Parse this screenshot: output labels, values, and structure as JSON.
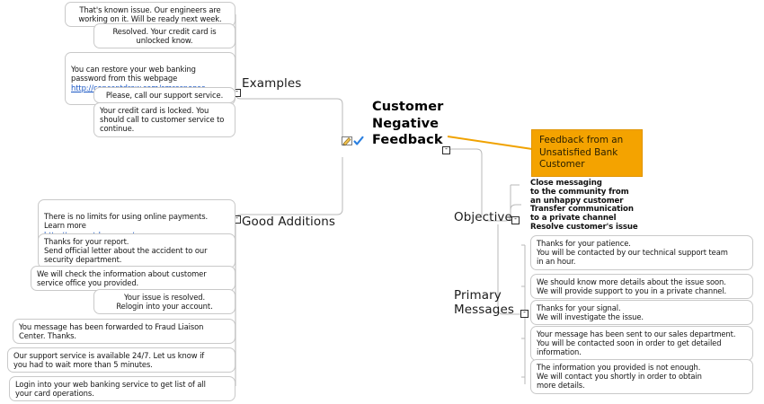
{
  "document": {
    "title": "Customer Negative Feedback",
    "type": "mind-map"
  },
  "root": {
    "label": "Customer\nNegative\nFeedback",
    "icons": [
      "note-icon",
      "check-icon"
    ]
  },
  "callout": {
    "text": "Feedback from an\nUnsatisfied Bank\nCustomer",
    "fill": "#f4a300",
    "line_color": "#f0a200"
  },
  "branches": [
    {
      "id": "examples",
      "label": "Examples",
      "side": "left",
      "collapsed_toggle": "-",
      "items": [
        {
          "text": "That's known issue. Our engineers are\nworking on it. Will be ready next week."
        },
        {
          "text": "Resolved. Your credit card is\nunlocked know."
        },
        {
          "text": "You can restore your web banking\npassword from this webpage",
          "link": "http://conceptdraw.com/smresponse"
        },
        {
          "text": "Please, call our support service."
        },
        {
          "text": "Your credit card is locked. You\nshould call to customer service to\ncontinue."
        }
      ]
    },
    {
      "id": "good-additions",
      "label": "Good Additions",
      "side": "left",
      "collapsed_toggle": "-",
      "items": [
        {
          "text": "There is no limits for using online payments.\nLearn more",
          "link": "http://conceptdraw.com/smresponse"
        },
        {
          "text": "Thanks for your report.\nSend official letter about the accident to our\nsecurity department."
        },
        {
          "text": "We will check the information about customer\nservice office you provided."
        },
        {
          "text": "Your issue is resolved.\nRelogin into your account."
        },
        {
          "text": "You message has been forwarded to Fraud Liaison\nCenter. Thanks."
        },
        {
          "text": "Our support service is available 24/7. Let us know if\nyou had to wait more than 5 minutes."
        },
        {
          "text": "Login into your web banking service to get list of all\nyour card operations."
        }
      ]
    },
    {
      "id": "objective",
      "label": "Objective",
      "side": "right",
      "collapsed_toggle": "-",
      "items": [
        {
          "text": "Close messaging\nto the community from\nan unhappy customer\nTransfer communication\nto a private channel\nResolve customer's issue",
          "bold": true
        }
      ]
    },
    {
      "id": "primary-messages",
      "label": "Primary\nMessages",
      "side": "right",
      "collapsed_toggle": "-",
      "items": [
        {
          "text": "Thanks for your patience.\nYou will be contacted by our technical support team\nin an hour."
        },
        {
          "text": "We should know more details about the issue soon.\nWe will provide support to you in a private channel."
        },
        {
          "text": "Thanks for your signal.\nWe will investigate the issue."
        },
        {
          "text": "Your message has been sent to our sales department.\nYou will be contacted soon in order to get detailed\ninformation."
        },
        {
          "text": "The information you provided is not enough.\nWe will contact you shortly in order to obtain\nmore details."
        }
      ]
    }
  ]
}
